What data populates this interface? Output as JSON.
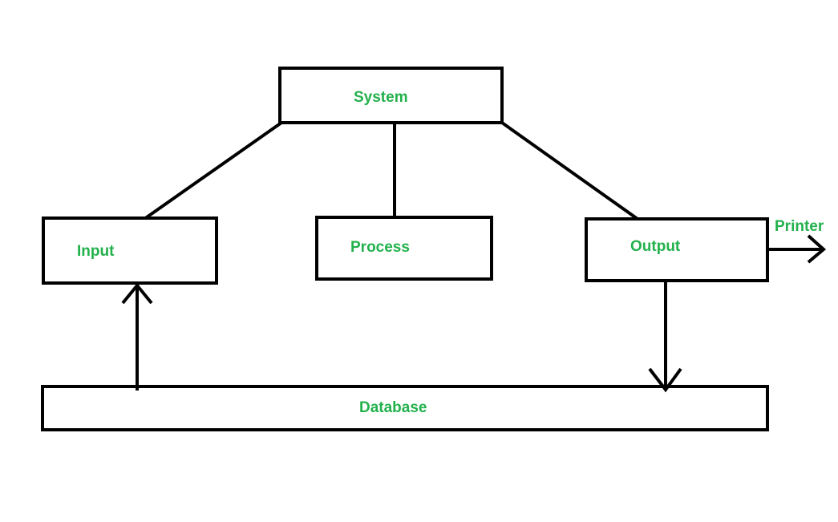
{
  "colors": {
    "label": "#22b14c",
    "line": "#000000",
    "background": "#ffffff"
  },
  "nodes": {
    "system": "System",
    "input": "Input",
    "process": "Process",
    "output": "Output",
    "database": "Database"
  },
  "external": {
    "printer": "Printer"
  }
}
